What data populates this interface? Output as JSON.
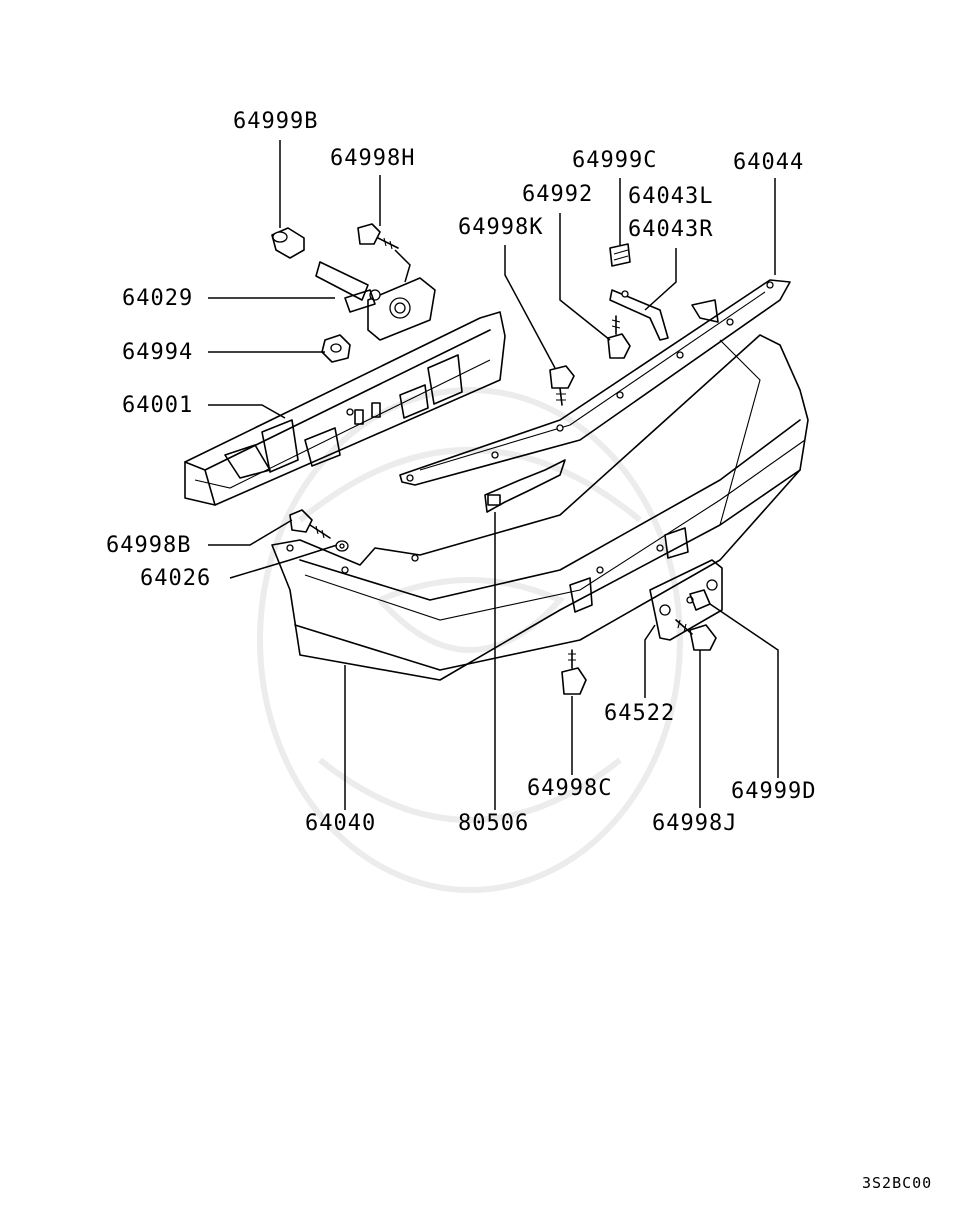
{
  "diagram_code": "3S2BC00",
  "callouts": {
    "p64999B": "64999B",
    "p64998H": "64998H",
    "p64029": "64029",
    "p64994": "64994",
    "p64001": "64001",
    "p64998B": "64998B",
    "p64026": "64026",
    "p64999C": "64999C",
    "p64044": "64044",
    "p64992": "64992",
    "p64043L": "64043L",
    "p64043R": "64043R",
    "p64998K": "64998K",
    "p64522": "64522",
    "p64998C": "64998C",
    "p64999D": "64999D",
    "p64040": "64040",
    "p80506": "80506",
    "p64998J": "64998J"
  }
}
